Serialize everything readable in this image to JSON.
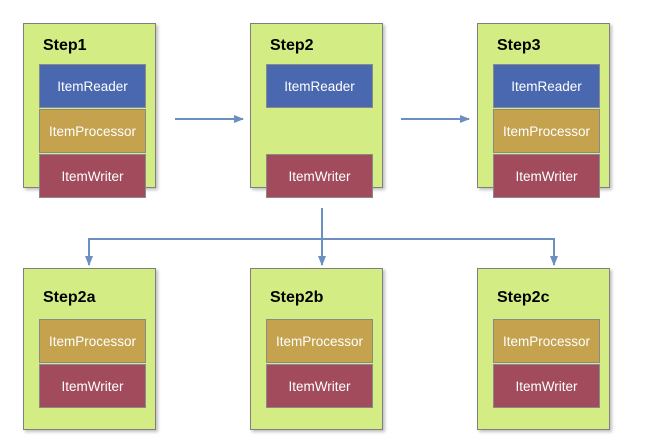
{
  "colors": {
    "step_background": "#d3ec83",
    "step_border": "#7f7f7f",
    "item_reader": "#4a68b0",
    "item_processor": "#c4a24e",
    "item_writer": "#a24b5c",
    "connector": "#6b8fbe"
  },
  "steps": [
    {
      "title": "Step1",
      "items": [
        "ItemReader",
        "ItemProcessor",
        "ItemWriter"
      ]
    },
    {
      "title": "Step2",
      "items": [
        "ItemReader",
        "ItemWriter"
      ]
    },
    {
      "title": "Step3",
      "items": [
        "ItemReader",
        "ItemProcessor",
        "ItemWriter"
      ]
    },
    {
      "title": "Step2a",
      "items": [
        "ItemProcessor",
        "ItemWriter"
      ]
    },
    {
      "title": "Step2b",
      "items": [
        "ItemProcessor",
        "ItemWriter"
      ]
    },
    {
      "title": "Step2c",
      "items": [
        "ItemProcessor",
        "ItemWriter"
      ]
    }
  ]
}
